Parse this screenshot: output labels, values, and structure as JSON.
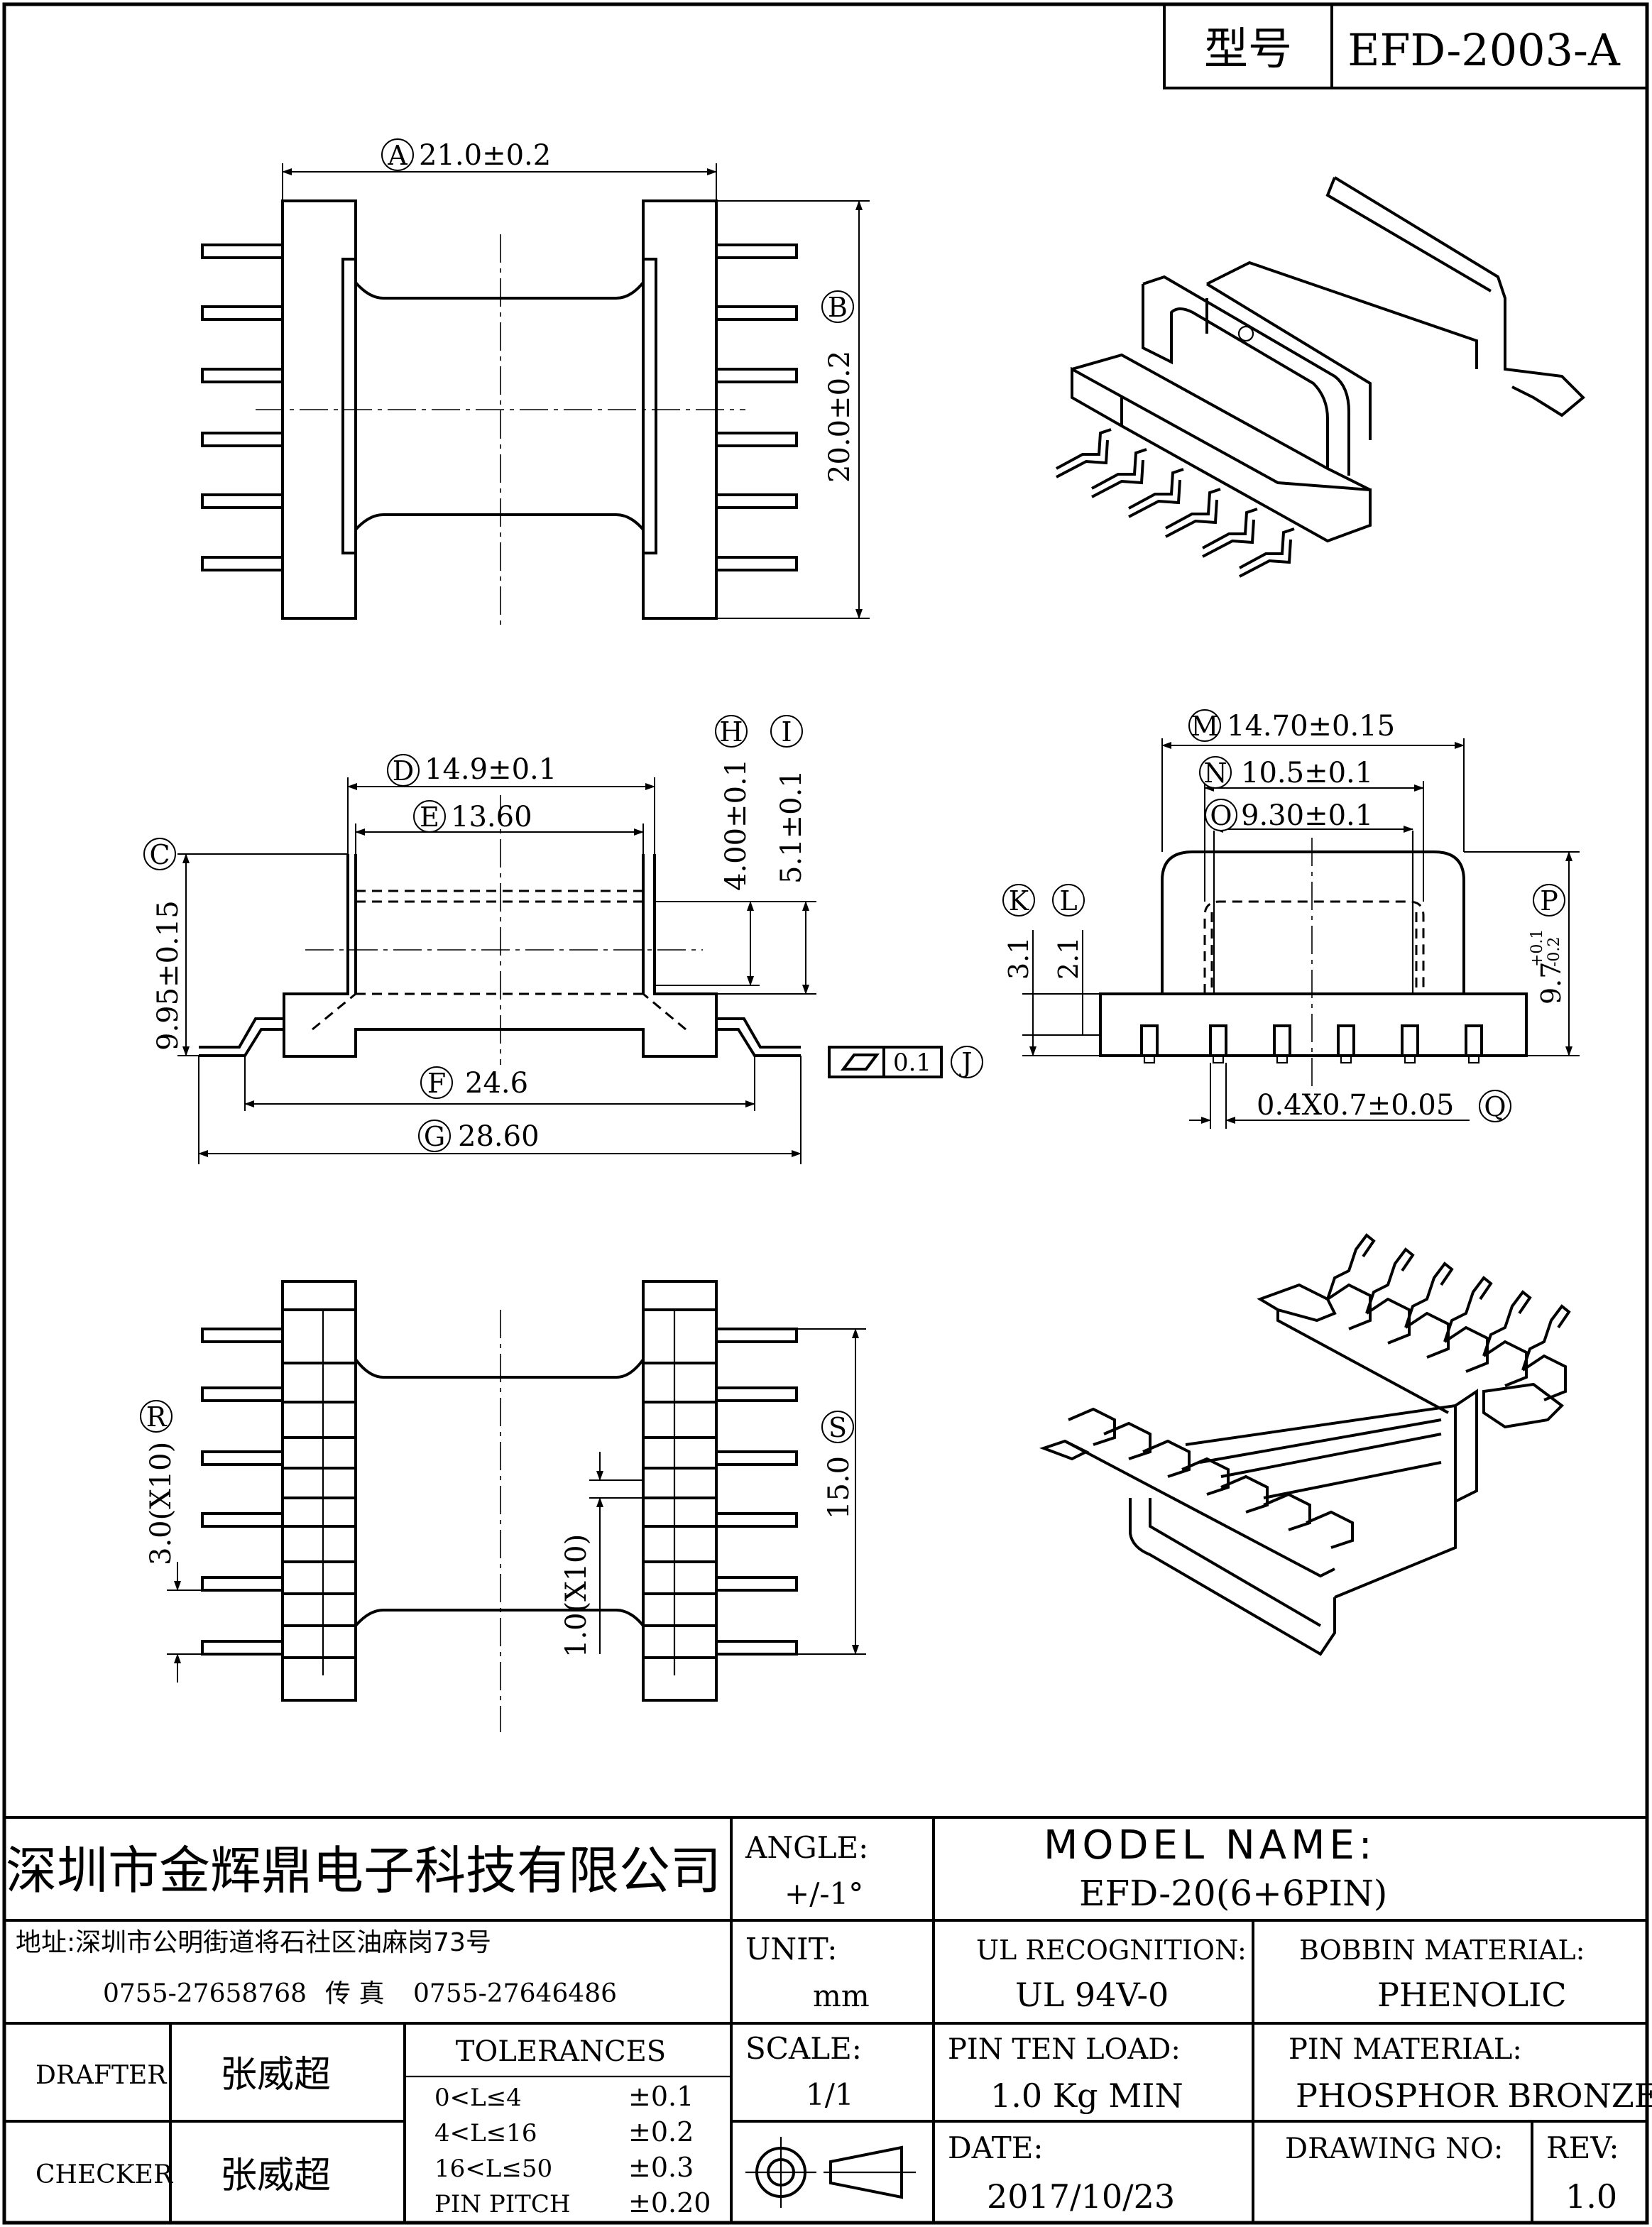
{
  "header": {
    "model_label": "型号",
    "model_value": "EFD-2003-A"
  },
  "dimensions": {
    "A": {
      "letter": "A",
      "text": "21.0±0.2"
    },
    "B": {
      "letter": "B",
      "text": "20.0±0.2"
    },
    "C": {
      "letter": "C",
      "text": "9.95±0.15"
    },
    "D": {
      "letter": "D",
      "text": "14.9±0.1"
    },
    "E": {
      "letter": "E",
      "text": "13.60"
    },
    "F": {
      "letter": "F",
      "text": "24.6"
    },
    "G": {
      "letter": "G",
      "text": "28.60"
    },
    "H": {
      "letter": "H",
      "text": "4.00±0.1"
    },
    "I": {
      "letter": "I",
      "text": "5.1±0.1"
    },
    "J": {
      "letter": "J",
      "text": "0.1"
    },
    "K": {
      "letter": "K",
      "text": "3.1"
    },
    "L": {
      "letter": "L",
      "text": "2.1"
    },
    "M": {
      "letter": "M",
      "text": "14.70±0.15"
    },
    "N": {
      "letter": "N",
      "text": "10.5±0.1"
    },
    "O": {
      "letter": "O",
      "text": "9.30±0.1"
    },
    "P": {
      "letter": "P",
      "text": "9.7",
      "tol_plus": "+0.1",
      "tol_minus": "-0.2"
    },
    "Q": {
      "letter": "Q",
      "text": "0.4X0.7±0.05"
    },
    "R": {
      "letter": "R",
      "text": "3.0(X10)"
    },
    "S": {
      "letter": "S",
      "text": "15.0"
    },
    "T": {
      "text": "1.0(X10)"
    }
  },
  "title_block": {
    "company": "深圳市金辉鼎电子科技有限公司",
    "address": "地址:深圳市公明街道将石社区油麻岗73号",
    "phone": "0755-27658768",
    "fax_label": "传 真",
    "fax": "0755-27646486",
    "angle_label": "ANGLE:",
    "angle_value": "+/-1°",
    "model_name_label": "MODEL NAME:",
    "model_name_value": "EFD-20(6+6PIN)",
    "unit_label": "UNIT:",
    "unit_value": "mm",
    "ul_label": "UL RECOGNITION:",
    "ul_value": "UL 94V-0",
    "bobbin_label": "BOBBIN MATERIAL:",
    "bobbin_value": "PHENOLIC",
    "drafter_label": "DRAFTER",
    "drafter_value": "张威超",
    "checker_label": "CHECKER",
    "checker_value": "张威超",
    "tolerances_label": "TOLERANCES",
    "tolerances": [
      {
        "range": "0<L≤4",
        "value": "±0.1"
      },
      {
        "range": "4<L≤16",
        "value": "±0.2"
      },
      {
        "range": "16<L≤50",
        "value": "±0.3"
      },
      {
        "range": "PIN PITCH",
        "value": "±0.20"
      }
    ],
    "scale_label": "SCALE:",
    "scale_value": "1/1",
    "pin_load_label": "PIN TEN LOAD:",
    "pin_load_value": "1.0 Kg MIN",
    "pin_material_label": "PIN MATERIAL:",
    "pin_material_value": "PHOSPHOR BRONZE",
    "date_label": "DATE:",
    "date_value": "2017/10/23",
    "drawing_no_label": "DRAWING NO:",
    "rev_label": "REV:",
    "rev_value": "1.0"
  }
}
